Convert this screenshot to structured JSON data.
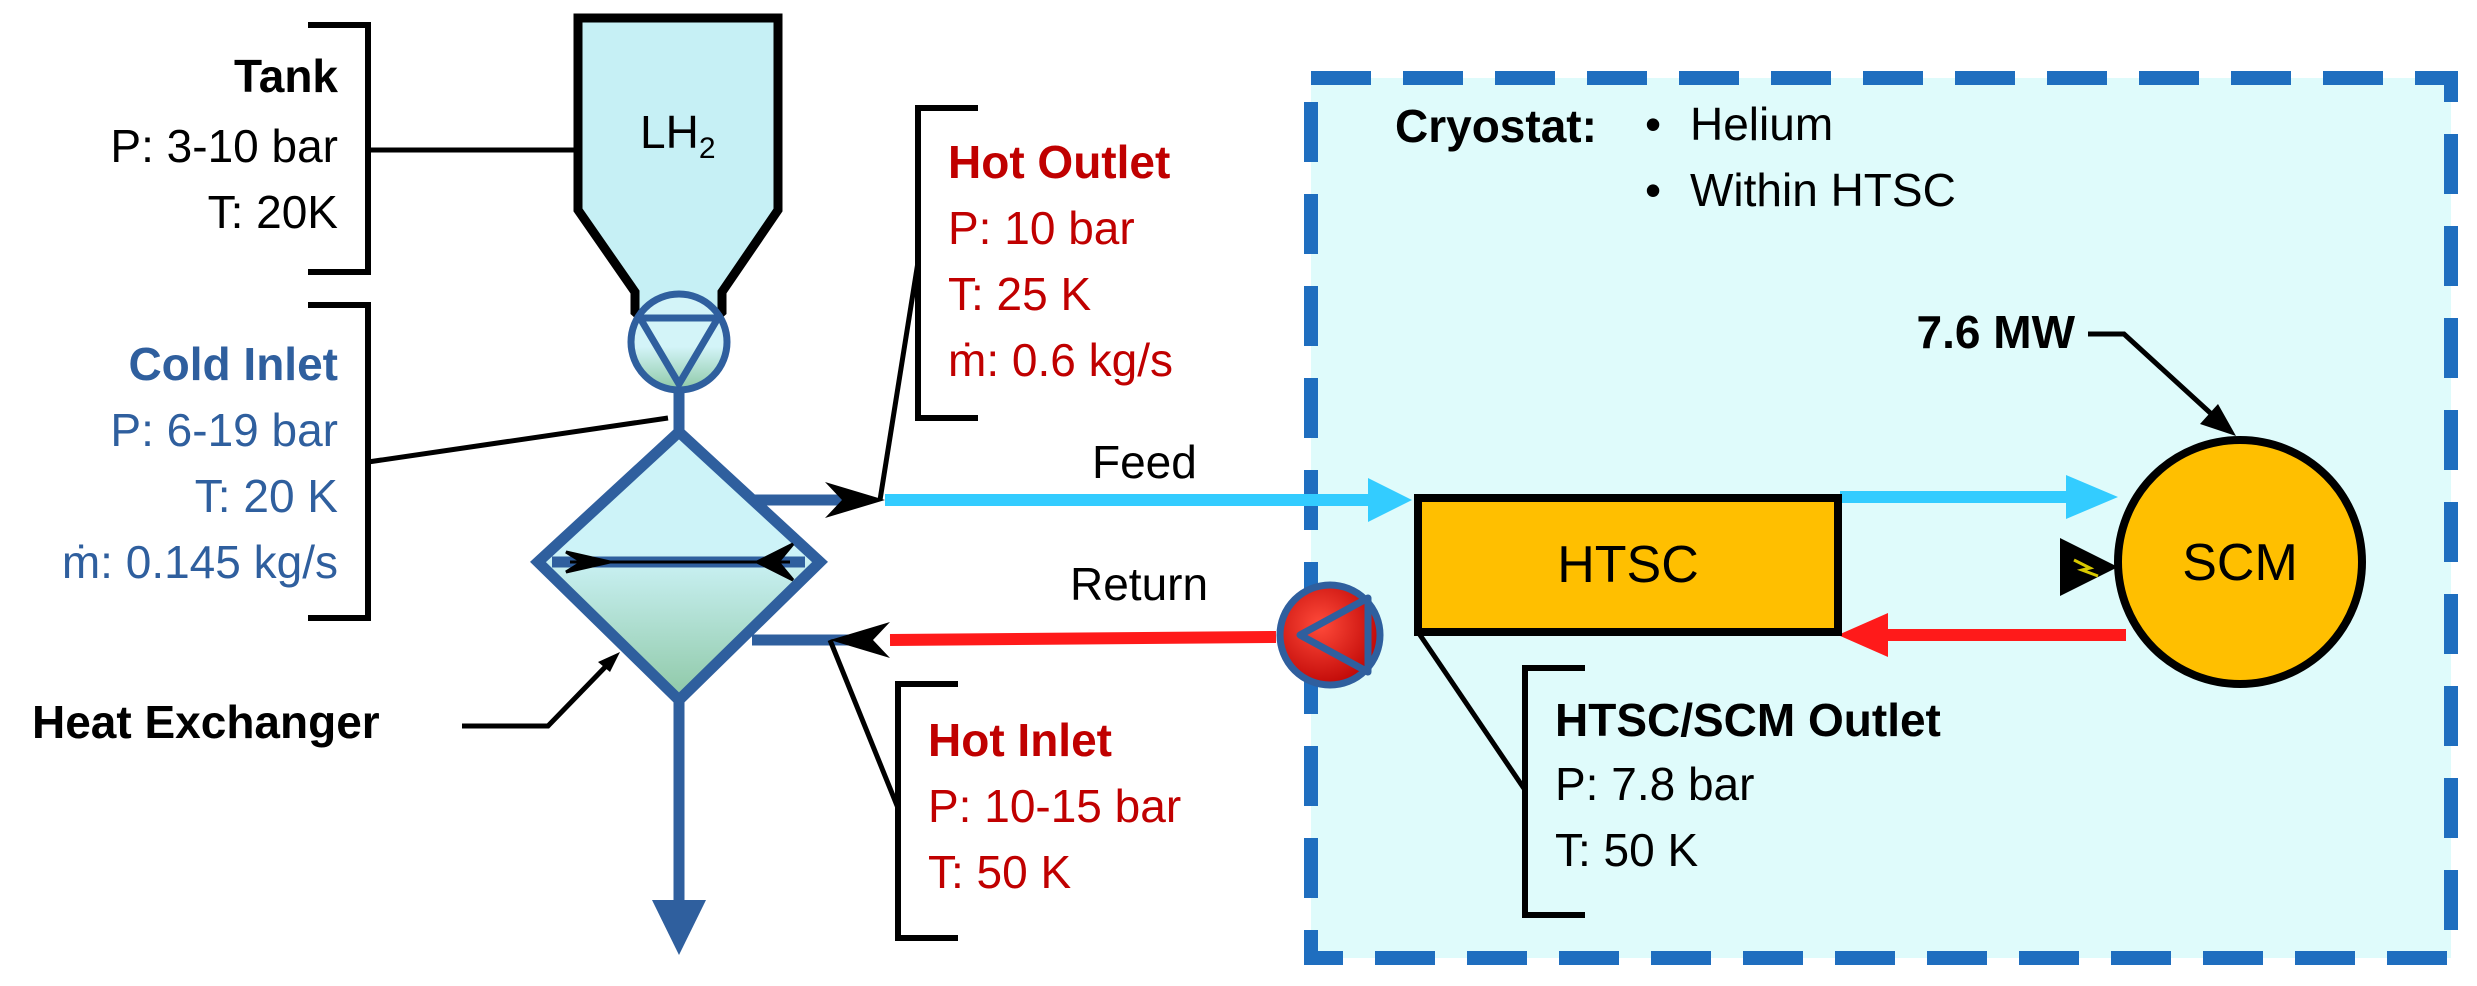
{
  "colors": {
    "blue": "#2f5f9e",
    "red_text": "#c00000",
    "feed": "#33ccff",
    "return": "#ff1a1a",
    "cryostat_fill": "#dffbfb",
    "cryostat_border": "#1f6ebf",
    "component": "#ffbf00",
    "tank_fill": "#c6f0f5"
  },
  "tank": {
    "title": "Tank",
    "pressure": "P: 3-10 bar",
    "temperature": "T: 20K",
    "content_main": "LH",
    "content_sub": "2"
  },
  "cold_inlet": {
    "title": "Cold Inlet",
    "pressure": "P: 6-19 bar",
    "temperature": "T: 20 K",
    "flow": "ṁ: 0.145 kg/s"
  },
  "heat_exchanger": {
    "label": "Heat Exchanger"
  },
  "hot_outlet": {
    "title": "Hot Outlet",
    "pressure": "P: 10 bar",
    "temperature": "T: 25 K",
    "flow": "ṁ: 0.6 kg/s"
  },
  "hot_inlet": {
    "title": "Hot Inlet",
    "pressure": "P: 10-15 bar",
    "temperature": "T: 50 K"
  },
  "lines": {
    "feed": "Feed",
    "return": "Return"
  },
  "cryostat": {
    "title": "Cryostat:",
    "bullets": [
      "Helium",
      "Within HTSC"
    ],
    "bullet_glyph": "•"
  },
  "htsc": {
    "label": "HTSC"
  },
  "scm": {
    "label": "SCM",
    "power": "7.6 MW"
  },
  "outlet": {
    "title": "HTSC/SCM Outlet",
    "pressure": "P: 7.8 bar",
    "temperature": "T: 50 K"
  }
}
